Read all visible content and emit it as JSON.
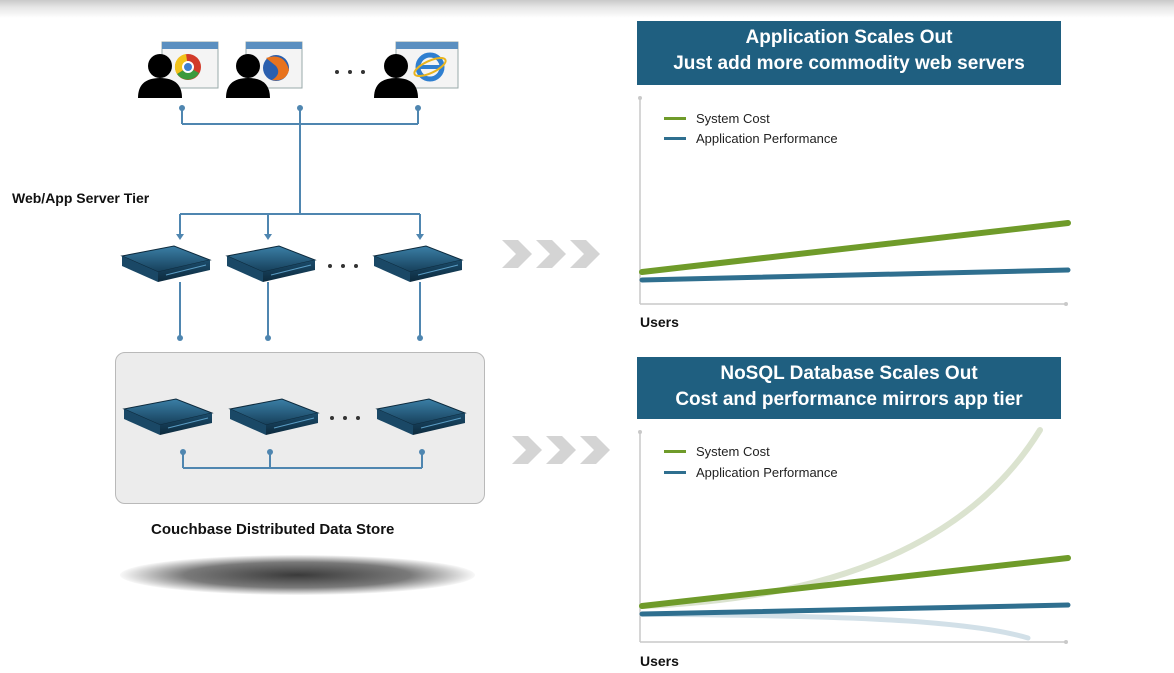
{
  "left": {
    "tier_label": "Web/App Server Tier",
    "store_label": "Couchbase Distributed Data Store"
  },
  "top_chart": {
    "title_line1": "Application Scales Out",
    "title_line2": "Just add more commodity web servers",
    "legend": [
      {
        "label": "System Cost",
        "color": "#6f9b2a"
      },
      {
        "label": "Application Performance",
        "color": "#2f6f8f"
      }
    ],
    "x_label": "Users"
  },
  "bottom_chart": {
    "title_line1": "NoSQL Database Scales Out",
    "title_line2": "Cost and performance mirrors app tier",
    "legend": [
      {
        "label": "System Cost",
        "color": "#6f9b2a"
      },
      {
        "label": "Application Performance",
        "color": "#2f6f8f"
      }
    ],
    "x_label": "Users"
  },
  "colors": {
    "banner": "#1f5f80",
    "cost": "#6f9b2a",
    "performance": "#2f6f8f",
    "connector": "#4f86b0",
    "server": "#1f5678"
  },
  "icons": {
    "users": [
      "user-chrome-icon",
      "user-firefox-icon",
      "user-ie-icon"
    ],
    "arrows": "chevron-arrows-icon"
  }
}
